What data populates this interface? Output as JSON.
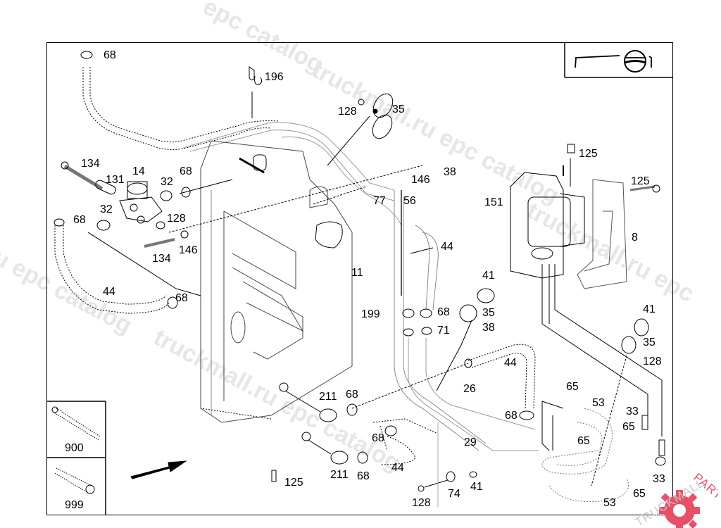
{
  "diagram": {
    "type": "exploded-parts-diagram",
    "subject": "fuel tank / heater assembly"
  },
  "watermarks": {
    "catalog_text_1": "truckmall.ru epc catalog",
    "catalog_text_2": "epc catalog",
    "catalog_text_3": "truckmall.ru epc catalog",
    "catalog_text_4": "ru epc catalog",
    "catalog_text_5": "truckmall.ru epc",
    "logo_text": "TRUCKMALLPARTS",
    "logo_color": "#e8506a"
  },
  "insets": {
    "top_right_symbol": "vehicle-orientation-symbol",
    "part_900": "900",
    "part_999": "999"
  },
  "callouts": {
    "c68_top": "68",
    "c196": "196",
    "c128_top": "128",
    "c35_top": "35",
    "c134_a": "134",
    "c131": "131",
    "c14": "14",
    "c32_a": "32",
    "c68_b": "68",
    "c38_top": "38",
    "c146_a": "146",
    "c125_a": "125",
    "c125_b": "125",
    "c151": "151",
    "c32_b": "32",
    "c68_c": "68",
    "c128_b": "128",
    "c77": "77",
    "c56": "56",
    "c146_b": "146",
    "c134_b": "134",
    "c8": "8",
    "c44_a": "44",
    "c44_left": "44",
    "c68_d": "68",
    "c11": "11",
    "c41_a": "41",
    "c199": "199",
    "c68_e": "68",
    "c35_b": "35",
    "c71": "71",
    "c38_b": "38",
    "c41_b": "41",
    "c35_c": "35",
    "c128_c": "128",
    "c44_b": "44",
    "c211_a": "211",
    "c68_f": "68",
    "c26": "26",
    "c65_a": "65",
    "c53_a": "53",
    "c33_a": "33",
    "c68_g": "68",
    "c65_b": "65",
    "c29": "29",
    "c65_c": "65",
    "c68_h": "68",
    "c44_c": "44",
    "c211_b": "211",
    "c68_i": "68",
    "c125_c": "125",
    "c74": "74",
    "c41_c": "41",
    "c128_d": "128",
    "c33_b": "33",
    "c65_d": "65",
    "c53_b": "53"
  },
  "direction_arrow": "direction-of-travel-arrow"
}
